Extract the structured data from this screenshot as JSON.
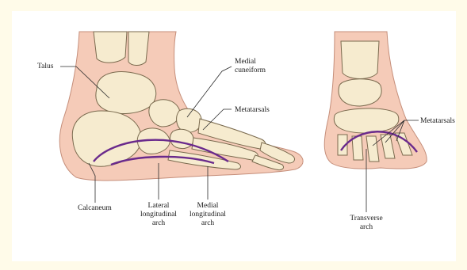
{
  "colors": {
    "background": "#fffbe9",
    "panel": "#ffffff",
    "skin": "#f5cbb8",
    "skin_edge": "#c58e7a",
    "bone": "#f6ebcf",
    "bone_edge": "#7a6a4e",
    "arch": "#6a2a8c",
    "leader": "#2b2b2b"
  },
  "labels": {
    "talus": "Talus",
    "medial_cuneiform_line1": "Medial",
    "medial_cuneiform_line2": "cuneiform",
    "metatarsals_side": "Metatarsals",
    "calcaneum": "Calcaneum",
    "lateral_arch_line1": "Lateral",
    "lateral_arch_line2": "longitudinal",
    "lateral_arch_line3": "arch",
    "medial_arch_line1": "Medial",
    "medial_arch_line2": "longitudinal",
    "medial_arch_line3": "arch",
    "metatarsals_front": "Metatarsals",
    "transverse_arch_line1": "Transverse",
    "transverse_arch_line2": "arch"
  }
}
